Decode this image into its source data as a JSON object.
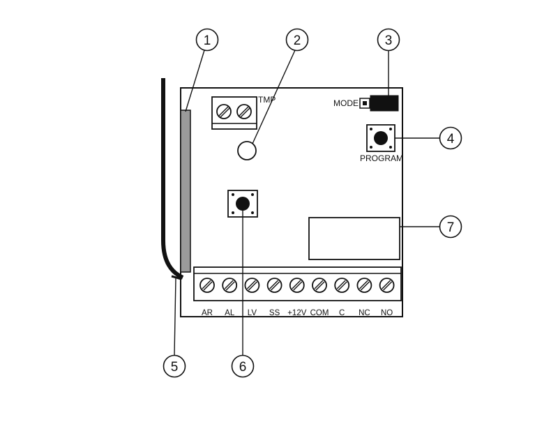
{
  "board": {
    "tamper_label": "TMP",
    "mode_label": "MODE",
    "program_label": "PROGRAM"
  },
  "terminals": [
    "AR",
    "AL",
    "LV",
    "SS",
    "+12V",
    "COM",
    "C",
    "NC",
    "NO"
  ],
  "callouts": [
    "1",
    "2",
    "3",
    "4",
    "5",
    "6",
    "7"
  ],
  "colors": {
    "ink": "#111111",
    "antenna_fill": "#9a9a9a",
    "paper": "#ffffff"
  }
}
